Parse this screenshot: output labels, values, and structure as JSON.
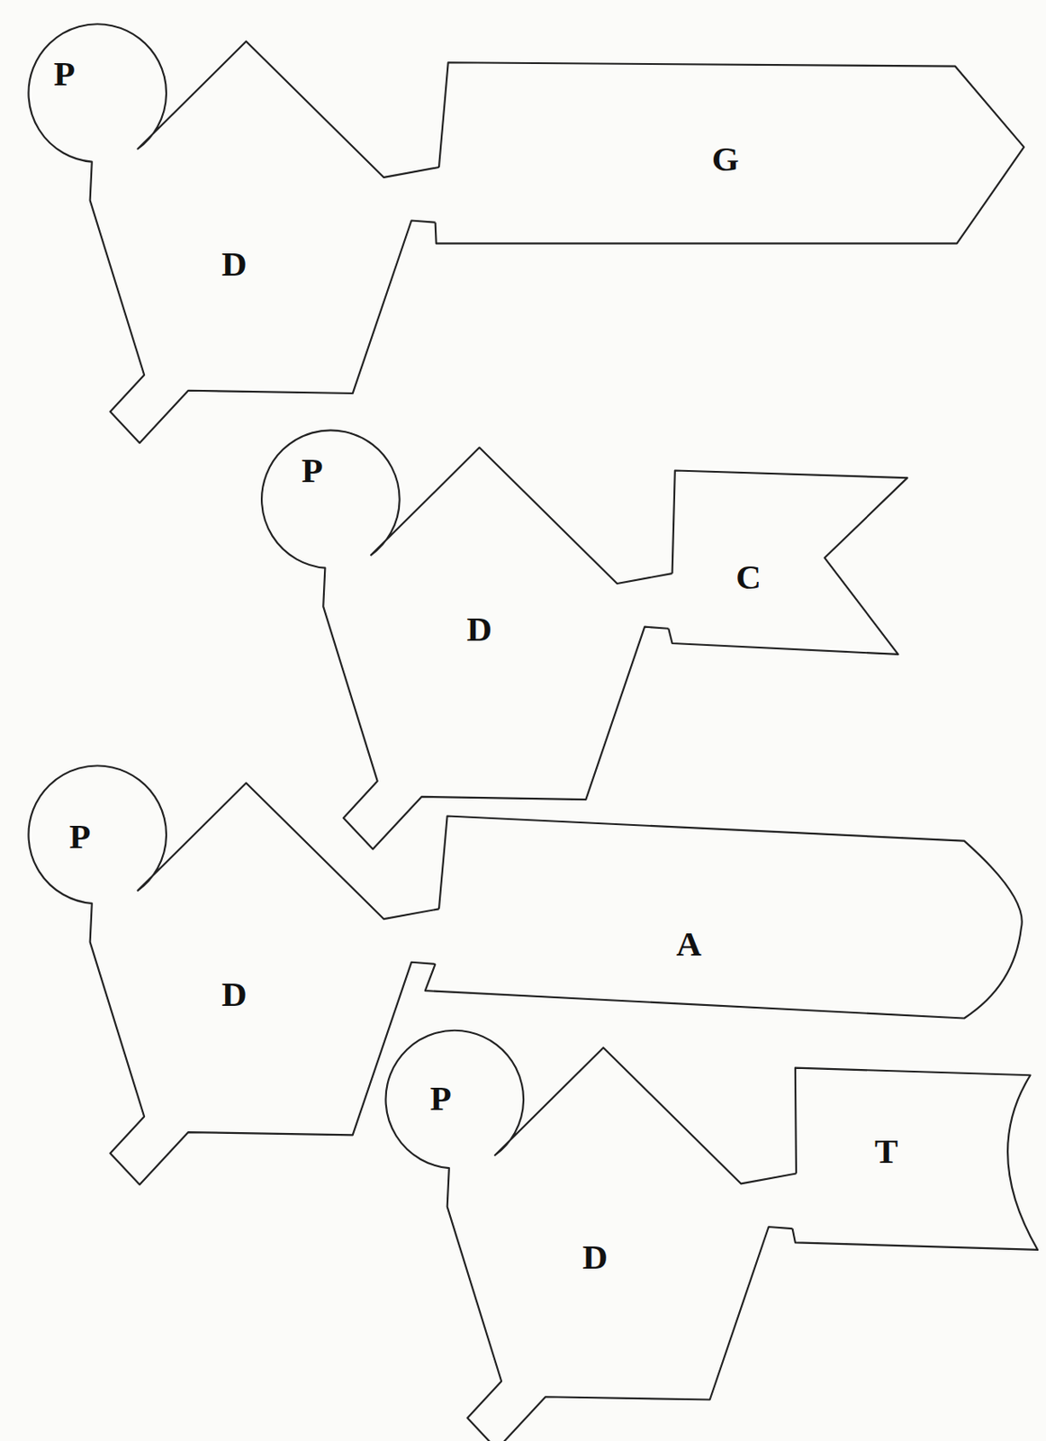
{
  "diagram": {
    "nodes": [
      {
        "text": [
          "P"
        ]
      },
      {
        "text": [
          "D"
        ]
      },
      {
        "text": [
          "G"
        ]
      },
      {
        "text": [
          "P"
        ]
      },
      {
        "text": [
          "D"
        ]
      },
      {
        "text": [
          "C"
        ]
      },
      {
        "text": [
          "P"
        ]
      },
      {
        "text": [
          "D"
        ]
      },
      {
        "text": [
          "A"
        ]
      },
      {
        "text": [
          "P"
        ]
      },
      {
        "text": [
          "D"
        ]
      },
      {
        "text": [
          "T"
        ]
      }
    ]
  }
}
